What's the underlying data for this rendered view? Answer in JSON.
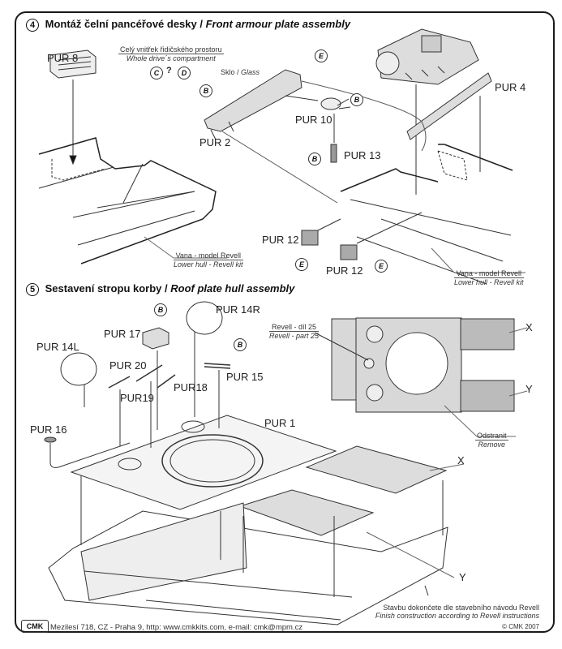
{
  "section4": {
    "number": "4",
    "title_cz": "Montáž čelní pancéřové desky /",
    "title_en": "Front armour plate assembly",
    "drivers_compartment": {
      "cz": "Celý vnitřek řidičského prostoru",
      "en": "Whole drive´s compartment",
      "options": [
        "C",
        "?",
        "D"
      ]
    },
    "glass": {
      "cz": "Sklo /",
      "en": "Glass"
    },
    "parts": [
      "PUR 8",
      "PUR 2",
      "PUR 10",
      "PUR 13",
      "PUR 4",
      "PUR 12",
      "PUR 12"
    ],
    "badges": [
      "E",
      "B",
      "B",
      "B",
      "E",
      "E"
    ],
    "lower_hull_left": {
      "cz": "Vana - model Revell",
      "en": "Lower hull - Revell kit"
    },
    "lower_hull_right": {
      "cz": "Vana - model Revell",
      "en": "Lower hull - Revell kit"
    }
  },
  "section5": {
    "number": "5",
    "title_cz": "Sestavení stropu korby /",
    "title_en": "Roof plate hull assembly",
    "parts": [
      "PUR 14R",
      "PUR 17",
      "PUR 14L",
      "PUR 20",
      "PUR19",
      "PUR18",
      "PUR 15",
      "PUR 16",
      "PUR 1"
    ],
    "badges": [
      "B",
      "B"
    ],
    "revell_part": {
      "cz": "Revell - díl 25",
      "en": "Revell - part 25"
    },
    "remove": {
      "cz": "Odstranit",
      "en": "Remove"
    },
    "markers": [
      "X",
      "Y",
      "X",
      "Y"
    ]
  },
  "footer": {
    "logo": "CMK",
    "address": "Mezilesí 718, CZ - Praha 9,  http: www.cmkkits.com, e-mail: cmk@mpm.cz",
    "finish_cz": "Stavbu dokončete dle stavebního návodu Revell",
    "finish_en": "Finish construction according to Revell instructions",
    "copyright": "© CMK 2007"
  }
}
